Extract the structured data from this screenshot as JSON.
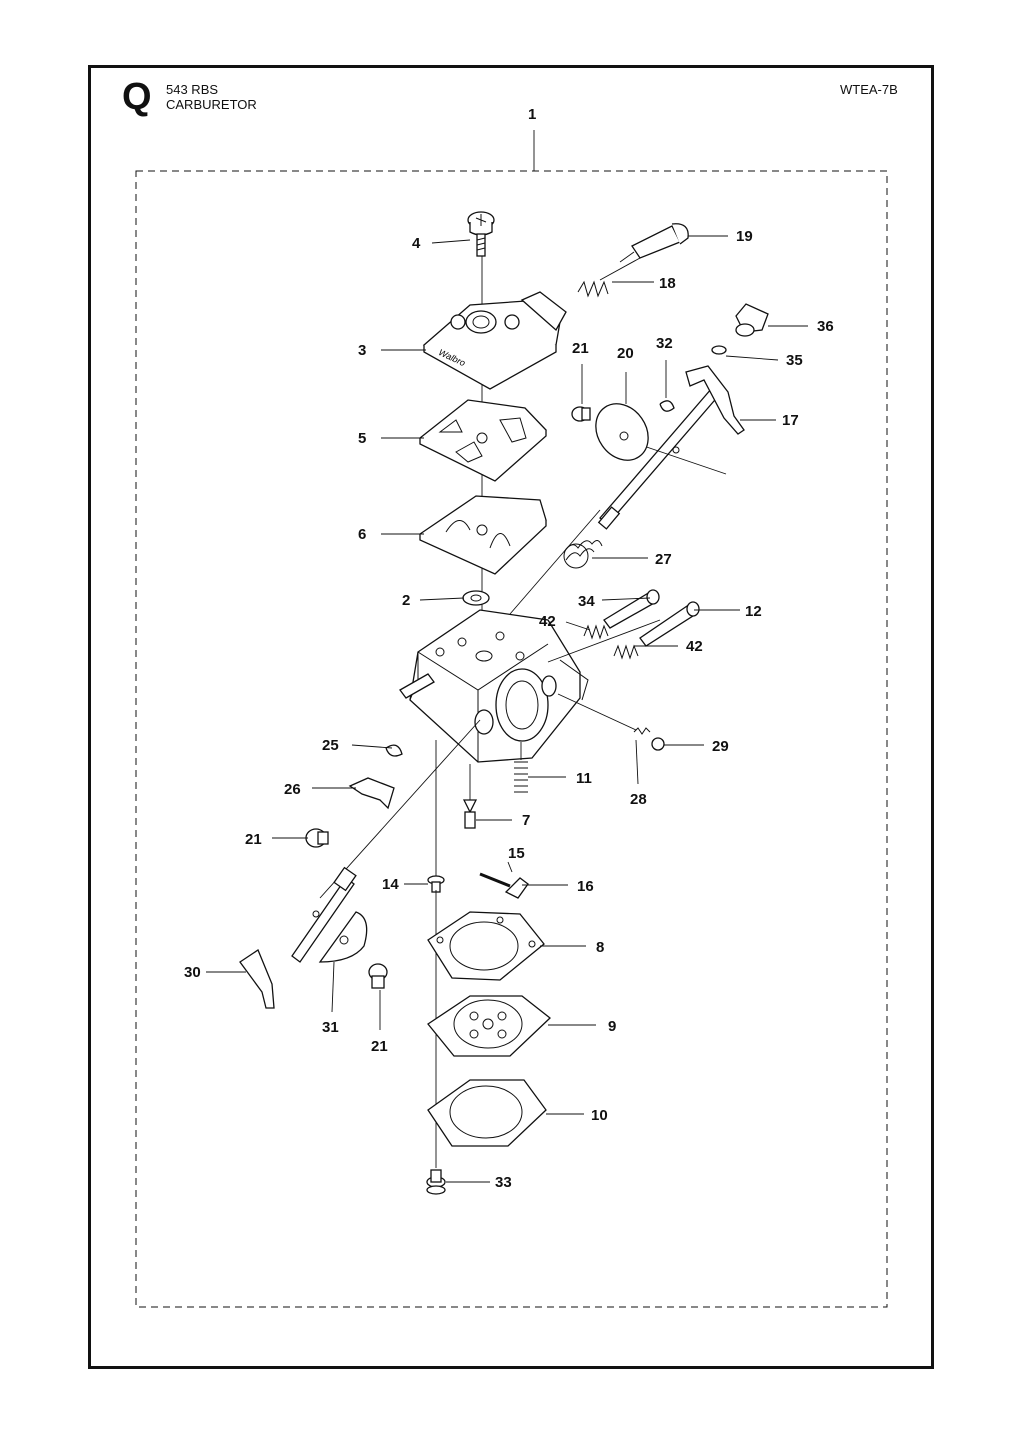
{
  "header": {
    "section_letter": "Q",
    "model": "543 RBS",
    "title": "CARBURETOR",
    "code": "WTEA-7B"
  },
  "gasket_text": "Walbro",
  "callouts": [
    {
      "id": "1",
      "label": "1"
    },
    {
      "id": "2",
      "label": "2"
    },
    {
      "id": "3",
      "label": "3"
    },
    {
      "id": "4",
      "label": "4"
    },
    {
      "id": "5",
      "label": "5"
    },
    {
      "id": "6",
      "label": "6"
    },
    {
      "id": "7",
      "label": "7"
    },
    {
      "id": "8",
      "label": "8"
    },
    {
      "id": "9",
      "label": "9"
    },
    {
      "id": "10",
      "label": "10"
    },
    {
      "id": "11",
      "label": "11"
    },
    {
      "id": "12",
      "label": "12"
    },
    {
      "id": "14",
      "label": "14"
    },
    {
      "id": "15",
      "label": "15"
    },
    {
      "id": "16",
      "label": "16"
    },
    {
      "id": "17",
      "label": "17"
    },
    {
      "id": "18",
      "label": "18"
    },
    {
      "id": "19",
      "label": "19"
    },
    {
      "id": "20",
      "label": "20"
    },
    {
      "id": "21a",
      "label": "21"
    },
    {
      "id": "21b",
      "label": "21"
    },
    {
      "id": "21c",
      "label": "21"
    },
    {
      "id": "25",
      "label": "25"
    },
    {
      "id": "26",
      "label": "26"
    },
    {
      "id": "27",
      "label": "27"
    },
    {
      "id": "28",
      "label": "28"
    },
    {
      "id": "29",
      "label": "29"
    },
    {
      "id": "30",
      "label": "30"
    },
    {
      "id": "31",
      "label": "31"
    },
    {
      "id": "32",
      "label": "32"
    },
    {
      "id": "33",
      "label": "33"
    },
    {
      "id": "34",
      "label": "34"
    },
    {
      "id": "35",
      "label": "35"
    },
    {
      "id": "36",
      "label": "36"
    },
    {
      "id": "42a",
      "label": "42"
    },
    {
      "id": "42b",
      "label": "42"
    }
  ]
}
